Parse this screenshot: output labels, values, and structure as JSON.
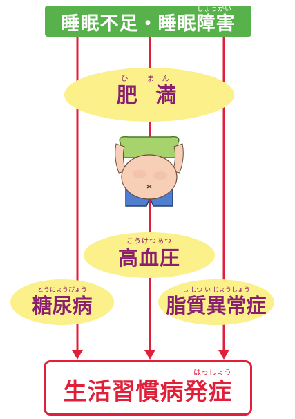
{
  "top_box": {
    "text": "睡眠不足・睡眠障害",
    "ruby": "しょうがい",
    "color": "#58b24b"
  },
  "obesity": {
    "text": "肥 満",
    "ruby": "ひ まん"
  },
  "hypertension": {
    "text": "高血圧",
    "ruby": "こうけつあつ"
  },
  "diabetes": {
    "text": "糖尿病",
    "ruby": "とうにょうびょう"
  },
  "dyslipidemia": {
    "text": "脂質異常症",
    "ruby": "し しつ い じょうしょう"
  },
  "bottom_box": {
    "text": "生活習慣病発症",
    "ruby": "はっしょう",
    "color": "#e0203a"
  },
  "colors": {
    "oval": "#fbf08a",
    "oval_text": "#8a1f6f",
    "arrow": "#e0203a"
  },
  "illustration": "belly-illustration"
}
